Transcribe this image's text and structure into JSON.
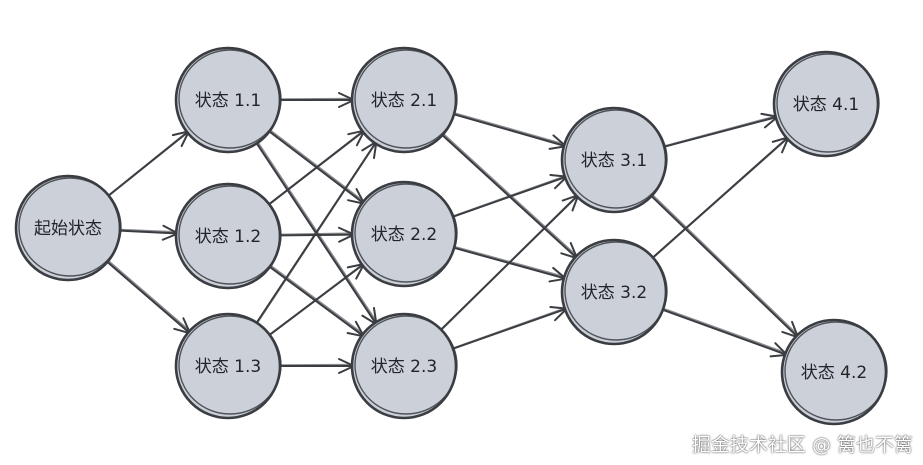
{
  "nodes": [
    {
      "id": "start",
      "label": "起始状态"
    },
    {
      "id": "s1_1",
      "label": "状态 1.1"
    },
    {
      "id": "s1_2",
      "label": "状态 1.2"
    },
    {
      "id": "s1_3",
      "label": "状态 1.3"
    },
    {
      "id": "s2_1",
      "label": "状态 2.1"
    },
    {
      "id": "s2_2",
      "label": "状态 2.2"
    },
    {
      "id": "s2_3",
      "label": "状态 2.3"
    },
    {
      "id": "s3_1",
      "label": "状态 3.1"
    },
    {
      "id": "s3_2",
      "label": "状态 3.2"
    },
    {
      "id": "s4_1",
      "label": "状态 4.1"
    },
    {
      "id": "s4_2",
      "label": "状态 4.2"
    }
  ],
  "edges": [
    [
      "start",
      "s1_1"
    ],
    [
      "start",
      "s1_2"
    ],
    [
      "start",
      "s1_3"
    ],
    [
      "s1_1",
      "s2_1"
    ],
    [
      "s1_1",
      "s2_2"
    ],
    [
      "s1_1",
      "s2_3"
    ],
    [
      "s1_2",
      "s2_1"
    ],
    [
      "s1_2",
      "s2_2"
    ],
    [
      "s1_2",
      "s2_3"
    ],
    [
      "s1_3",
      "s2_1"
    ],
    [
      "s1_3",
      "s2_2"
    ],
    [
      "s1_3",
      "s2_3"
    ],
    [
      "s2_1",
      "s3_1"
    ],
    [
      "s2_1",
      "s3_2"
    ],
    [
      "s2_2",
      "s3_1"
    ],
    [
      "s2_2",
      "s3_2"
    ],
    [
      "s2_3",
      "s3_1"
    ],
    [
      "s2_3",
      "s3_2"
    ],
    [
      "s3_1",
      "s4_1"
    ],
    [
      "s3_1",
      "s4_2"
    ],
    [
      "s3_2",
      "s4_1"
    ],
    [
      "s3_2",
      "s4_2"
    ]
  ],
  "colors": {
    "node_fill": "#ccd0d9",
    "stroke": "#3a3d42"
  },
  "watermark": "掘金技术社区 @ 篱也不篱"
}
